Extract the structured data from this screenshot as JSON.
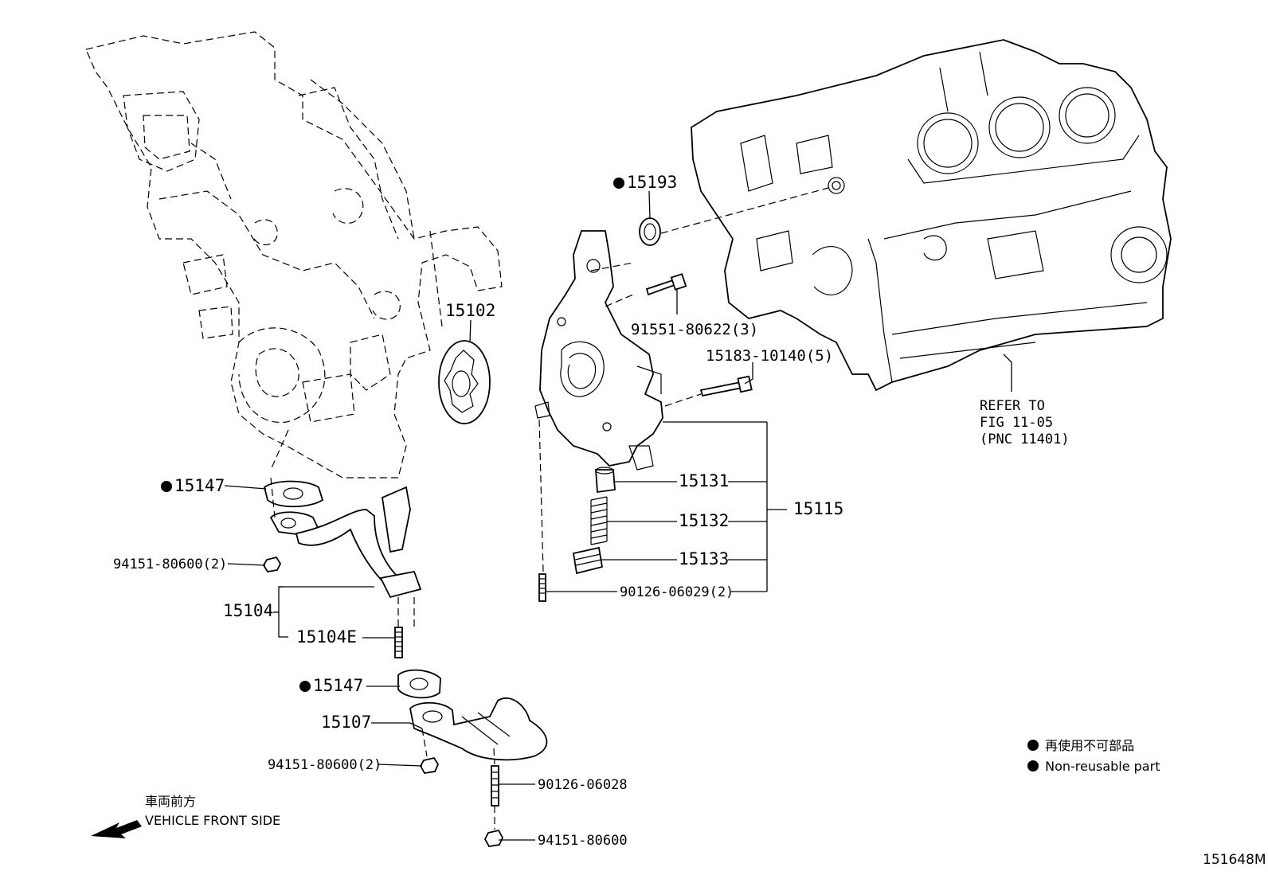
{
  "diagram": {
    "callouts": {
      "p15193": "15193",
      "p15102": "15102",
      "p91551": "91551-80622(3)",
      "p15183": "15183-10140(5)",
      "p15147a": "15147",
      "p94151a": "94151-80600(2)",
      "p15104": "15104",
      "p15104e": "15104E",
      "p15147b": "15147",
      "p15107": "15107",
      "p94151b": "94151-80600(2)",
      "p90126a": "90126-06028",
      "p94151c": "94151-80600",
      "p15131": "15131",
      "p15132": "15132",
      "p15133": "15133",
      "p15115": "15115",
      "p90126b": "90126-06029(2)"
    },
    "refer": {
      "line1": "REFER TO",
      "line2": "FIG 11-05",
      "line3": "(PNC 11401)"
    },
    "direction": {
      "jp": "車両前方",
      "en": "VEHICLE FRONT SIDE"
    },
    "legend": {
      "jp": "再使用不可部品",
      "en": "Non-reusable part"
    },
    "figure_number": "151648M"
  }
}
